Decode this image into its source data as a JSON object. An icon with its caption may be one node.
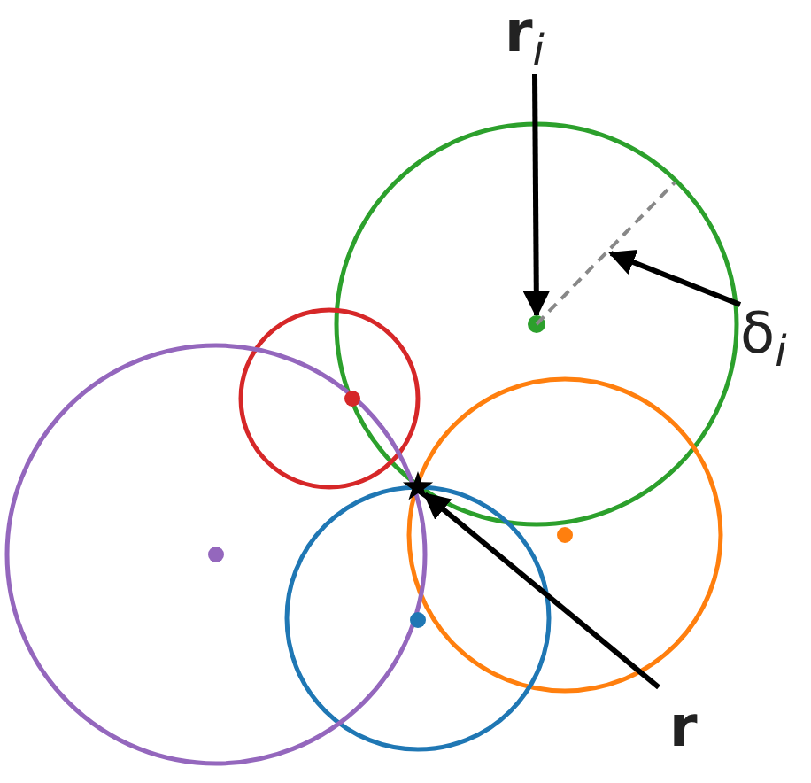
{
  "diagram": {
    "nodes": [
      {
        "text": [
          "**r**$_{i}$"
        ]
      },
      {
        "text": [],
        "shape": "circle"
      },
      {
        "text": [
          "δ$_{i}$"
        ]
      },
      {
        "text": [],
        "shape": "line"
      },
      {
        "text": [
          "r"
        ]
      },
      {
        "text": [],
        "shape": "star"
      }
    ],
    "edges": [
      {
        "from": 0,
        "to": 1,
        "arrow": "to"
      },
      {
        "from": 2,
        "to": 3,
        "arrow": "to"
      },
      {
        "from": 4,
        "to": 5,
        "arrow": "to"
      }
    ]
  }
}
